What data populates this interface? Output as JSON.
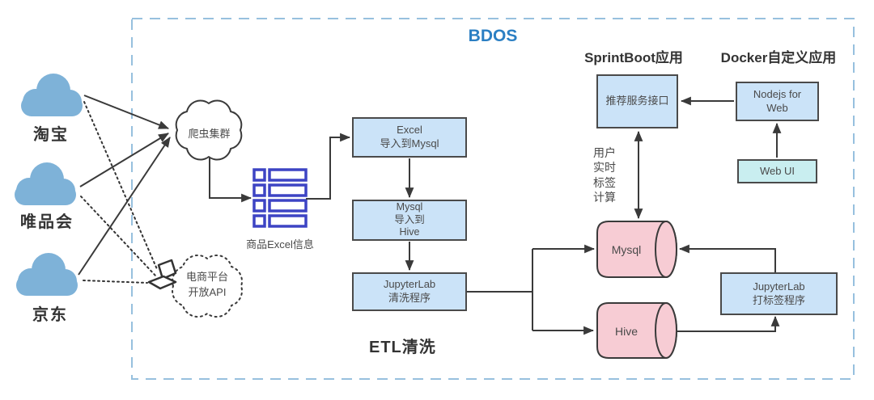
{
  "diagram_title": "BDOS",
  "sources": [
    {
      "label": "淘宝"
    },
    {
      "label": "唯品会"
    },
    {
      "label": "京东"
    }
  ],
  "crawler_cloud_label": "爬虫集群",
  "api_cloud_label": "电商平台\n开放API",
  "excel_info_label": "商品Excel信息",
  "etl_label": "ETL清洗",
  "boxes": {
    "excel_to_mysql": "Excel\n导入到Mysql",
    "mysql_to_hive": "Mysql\n导入到\nHive",
    "jupyter_clean": "JupyterLab\n清洗程序",
    "recommend_api": "推荐服务接口",
    "nodejs": "Nodejs for\nWeb",
    "web_ui": "Web UI",
    "jupyter_tagging": "JupyterLab\n打标签程序"
  },
  "section_labels": {
    "sprintboot": "SprintBoot应用",
    "docker": "Docker自定义应用",
    "user_tag": "用户\n实时\n标签\n计算"
  },
  "databases": [
    {
      "label": "Mysql"
    },
    {
      "label": "Hive"
    }
  ],
  "colors": {
    "accent_blue": "#2b7fc3",
    "dashed_border": "#97c0de",
    "box_fill": "#cbe3f8",
    "webui_fill": "#c9eef0",
    "db_fill": "#f7ccd4",
    "source_cloud_fill": "#7eb2d8",
    "list_icon_blue": "#3d44c4",
    "line_dark": "#3a3a3a"
  }
}
